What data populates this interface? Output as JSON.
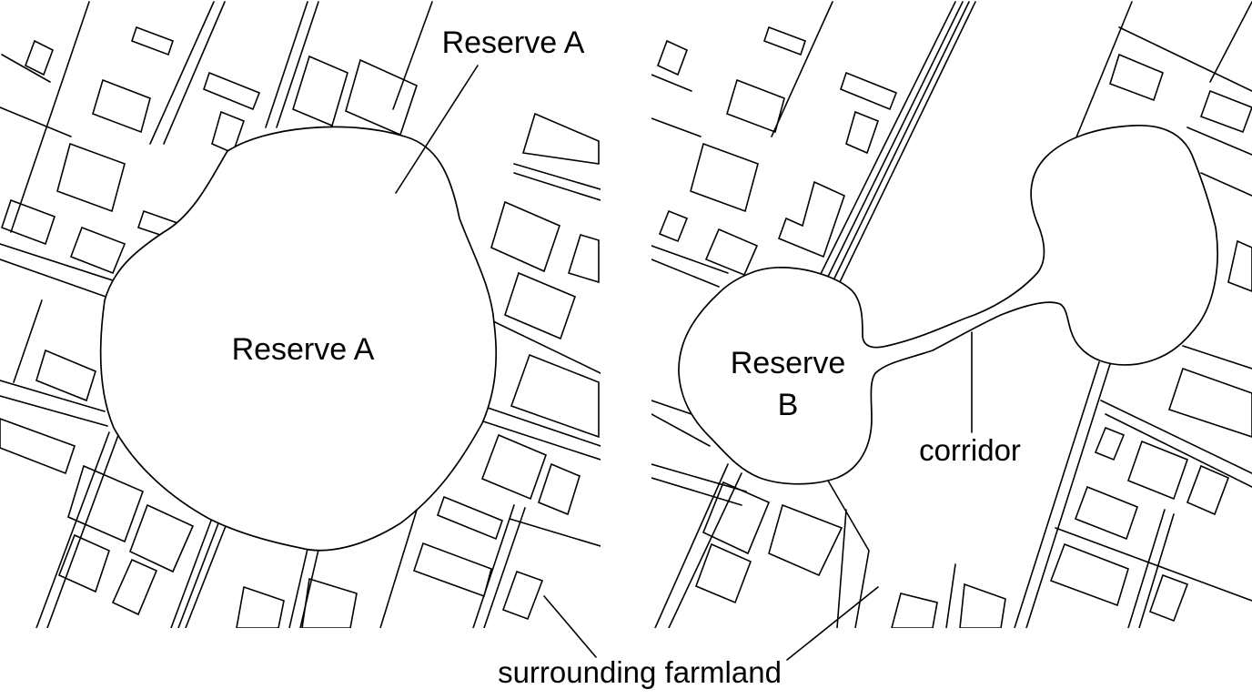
{
  "left_panel": {
    "reserve_label_top": "Reserve A",
    "reserve_label_center": "Reserve A"
  },
  "right_panel": {
    "reserve_label_line1": "Reserve",
    "reserve_label_line2": "B",
    "corridor_label": "corridor"
  },
  "footer": {
    "surrounding_label": "surrounding farmland"
  },
  "colors": {
    "ink": "#000000",
    "background": "#ffffff"
  }
}
